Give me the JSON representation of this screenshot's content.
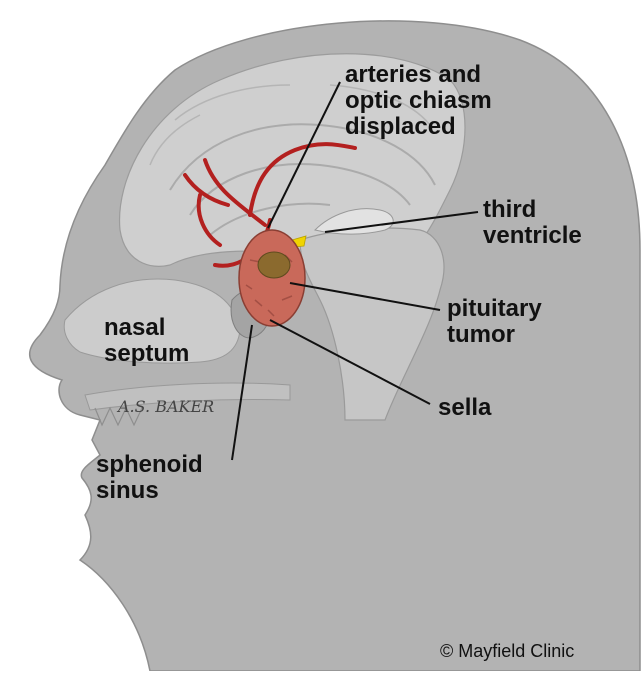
{
  "labels": {
    "arteries": [
      "arteries and",
      "optic chiasm",
      "displaced"
    ],
    "third_ventricle": [
      "third",
      "ventricle"
    ],
    "pituitary_tumor": [
      "pituitary",
      "tumor"
    ],
    "nasal_septum": [
      "nasal",
      "septum"
    ],
    "sella": [
      "sella"
    ],
    "sphenoid_sinus": [
      "sphenoid",
      "sinus"
    ]
  },
  "signature": "A.S. BAKER",
  "copyright": "© Mayfield Clinic",
  "colors": {
    "head": "#b3b3b3",
    "brain": "#d6d6d6",
    "artery": "#b3201f",
    "tumor": "#c9695a",
    "tumor_core": "#8b6a2e",
    "chiasm": "#f0d400"
  }
}
